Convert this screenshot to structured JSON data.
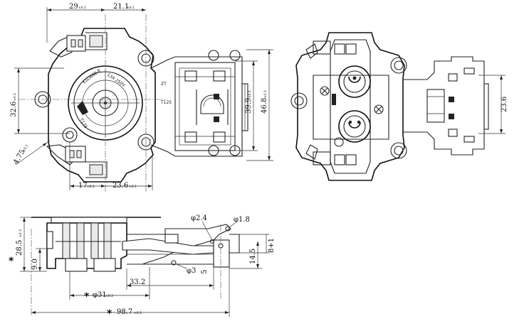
{
  "dimensions": {
    "top_width_left": "29",
    "top_width_right": "21.1",
    "height_left": "32.6",
    "height_mid": "39.9",
    "height_right": "46.8",
    "angle_dim": "4.75",
    "bottom_left": "17",
    "bottom_right": "23.6",
    "right_view_height": "23.6",
    "side_height": "28.5",
    "side_height_small": "9.0",
    "pin_dia_1": "φ2.4",
    "pin_dia_2": "φ1.8",
    "pin_dia_3": "φ3",
    "side_offset": "8+1",
    "side_height_right": "14.5",
    "side_len": "33.2",
    "side_dia": "φ31",
    "total_len": "98.7",
    "small_5": "5"
  },
  "tolerances": {
    "t_0_1": "±0.1",
    "t_0_3": "±0.3",
    "t_0_2": "±0.2"
  },
  "labels": {
    "marking_1": "KSD688-6",
    "marking_2": "13A 250V",
    "marking_3": "T125",
    "marking_4": "ZT",
    "asterisk": "*"
  }
}
